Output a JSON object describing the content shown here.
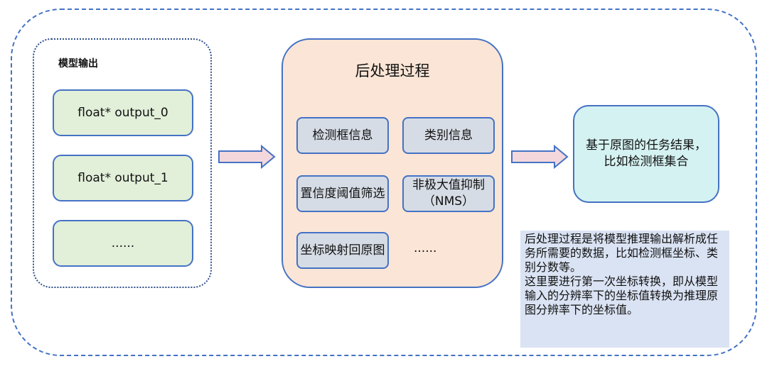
{
  "model_output": {
    "title": "模型输出",
    "items": [
      "float* output_0",
      "float* output_1",
      "......"
    ]
  },
  "post_process": {
    "title": "后处理过程",
    "items": [
      "检测框信息",
      "类别信息",
      "置信度阈值筛选",
      "非极大值抑制（NMS）",
      "坐标映射回原图"
    ],
    "more": "......"
  },
  "result": {
    "text": "基于原图的任务结果，比如检测框集合"
  },
  "note": {
    "text": "后处理过程是将模型推理输出解析成任务所需要的数据，比如检测框坐标、类别分数等。\n这里要进行第一次坐标转换，即从模型输入的分辨率下的坐标值转换为推理原图分辨率下的坐标值。"
  },
  "colors": {
    "outer_border": "#4472c4",
    "model_fill": "#e2efd9",
    "post_fill": "#fbe5d6",
    "item_fill": "#d6dce5",
    "result_fill": "#d5f2f2",
    "note_fill": "#dae3f3",
    "arrow_fill": "#f4d7dc",
    "arrow_stroke": "#4472c4"
  }
}
